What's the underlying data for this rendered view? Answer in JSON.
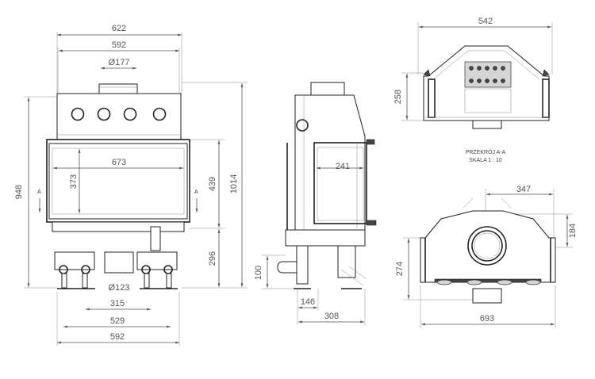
{
  "front_view": {
    "width_overall": "622",
    "width_body": "592",
    "flue_diameter": "Ø177",
    "glass_width": "673",
    "glass_height": "373",
    "door_height": "439",
    "height_overall": "948",
    "height_total": "1014",
    "base_height": "296",
    "air_inlet_diameter": "Ø123",
    "foot_span_inner": "315",
    "foot_span_mid": "529",
    "foot_span_outer": "592",
    "section_marker": "A"
  },
  "side_view": {
    "door_depth": "241",
    "leg_height": "100",
    "foot_offset": "146",
    "depth_base": "308"
  },
  "section_view": {
    "width": "542",
    "depth": "258",
    "title": "PRZEKRÓJ A-A",
    "scale": "SKALA 1 : 10"
  },
  "top_view": {
    "flue_offset": "347",
    "flue_depth": "184",
    "depth": "274",
    "width": "693"
  }
}
